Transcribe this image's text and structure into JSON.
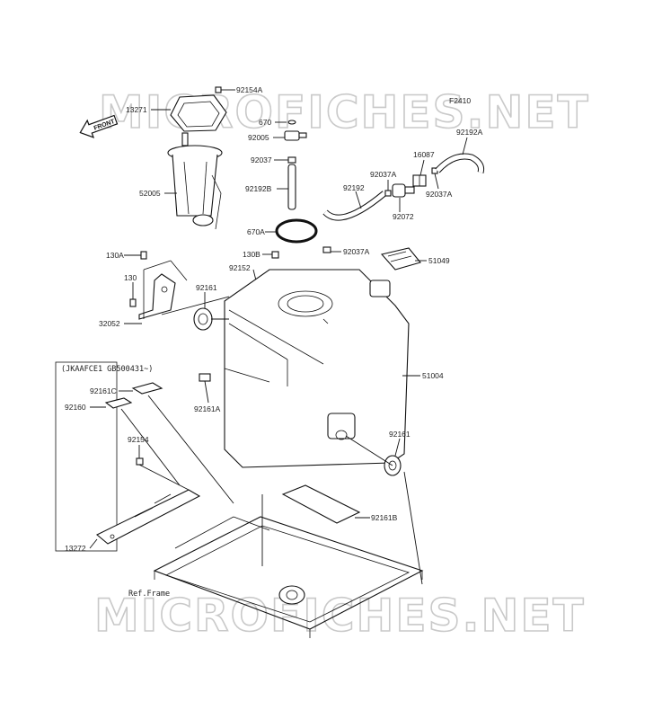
{
  "watermark": {
    "text": "MICROFICHES.NET"
  },
  "figure_code": "F2410",
  "front_label": "FRONT",
  "applicability_note": "(JKAAFCE1 GB500431~)",
  "ref_frame_label": "Ref.Frame",
  "callouts": {
    "c92154A": "92154A",
    "c13271": "13271",
    "c670": "670",
    "c92005": "92005",
    "c92037_top": "92037",
    "c92192B": "92192B",
    "c52005": "52005",
    "c670A": "670A",
    "c130A": "130A",
    "c130": "130",
    "c130B": "130B",
    "c92152": "92152",
    "c92037A_mid": "92037A",
    "c32052": "32052",
    "c92161_left": "92161",
    "c92161A": "92161A",
    "c92161C": "92161C",
    "c92160": "92160",
    "c92154": "92154",
    "c13272": "13272",
    "c92192": "92192",
    "c92037A_a": "92037A",
    "c92072": "92072",
    "c16087": "16087",
    "c92037A_b": "92037A",
    "c92192A": "92192A",
    "c51049": "51049",
    "c51004": "51004",
    "c92161_right": "92161",
    "c92161B": "92161B"
  }
}
